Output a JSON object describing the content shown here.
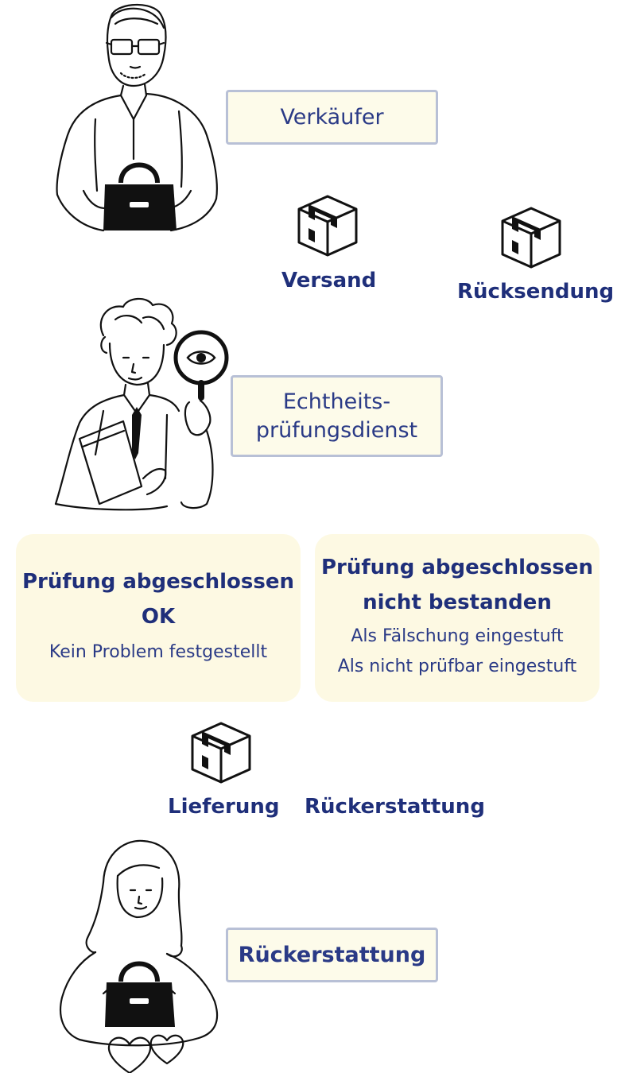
{
  "seller": {
    "label": "Verkäufer"
  },
  "shipping": {
    "ship_label": "Versand",
    "return_label": "Rücksendung"
  },
  "authenticator": {
    "label_line1": "Echtheits-",
    "label_line2": "prüfungsdienst"
  },
  "results": {
    "ok": {
      "title_line1": "Prüfung abgeschlossen",
      "title_line2": "OK",
      "note": "Kein Problem festgestellt"
    },
    "failed": {
      "title_line1": "Prüfung abgeschlossen",
      "title_line2": "nicht bestanden",
      "note_line1": "Als Fälschung eingestuft",
      "note_line2": "Als nicht prüfbar eingestuft"
    }
  },
  "delivery": {
    "delivery_label": "Lieferung",
    "refund_label": "Rückerstattung"
  },
  "buyer": {
    "label": "Rückerstattung"
  },
  "colors": {
    "text": "#1f2f7a",
    "box_fill": "#fdfbea",
    "box_border": "#b8c0d6",
    "card_fill": "#fdf9e3"
  }
}
